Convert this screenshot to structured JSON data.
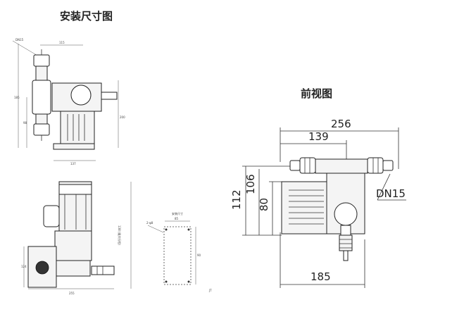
{
  "titles": {
    "install": "安装尺寸图",
    "front": "前视图"
  },
  "front_dims": {
    "overall_width": "256",
    "top_width": "139",
    "height_a": "112",
    "height_b": "106",
    "height_c": "80",
    "bottom_width": "185",
    "port": "DN15"
  },
  "small_labels": {
    "port_tag": "DN15",
    "top_w": "115",
    "left_h1": "185",
    "left_h2": "98",
    "right_h": "200",
    "base_w": "137",
    "side_note": "138 (最大行程)",
    "bot_w": "255",
    "left_small": "124",
    "mount_title": "安装尺寸",
    "mount_w": "85",
    "mount_h": "90",
    "mount_note": "2-φ8",
    "corner_mark": "JT"
  },
  "colors": {
    "line": "#333333",
    "text": "#222222"
  }
}
